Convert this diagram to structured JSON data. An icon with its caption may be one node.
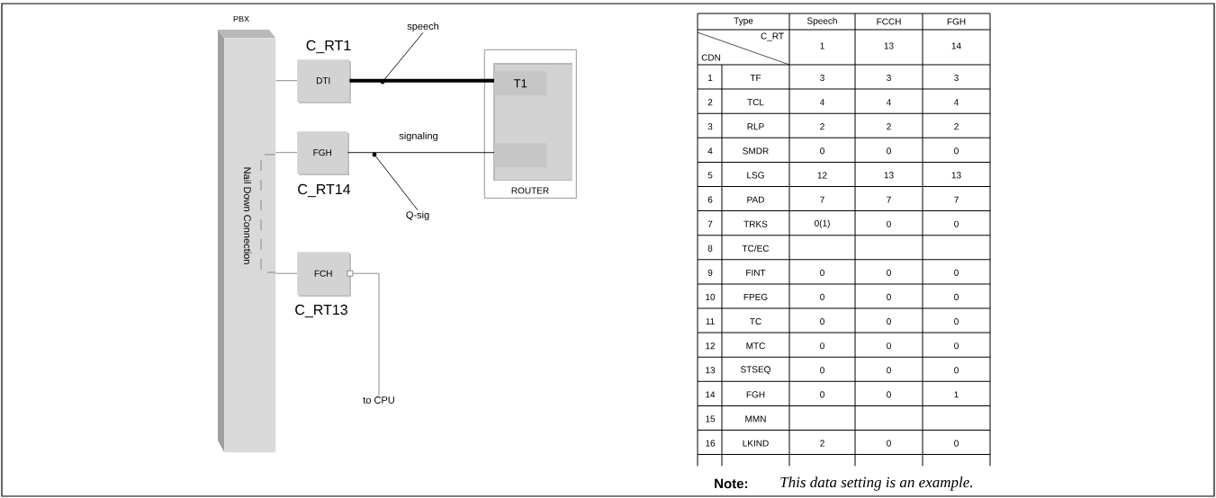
{
  "diagram": {
    "nodes": [
      {
        "text": [
          "PBX",
          "Nail Down Connection"
        ]
      },
      {
        "text": [
          "DTI"
        ],
        "beside": [
          "C_RT1"
        ]
      },
      {
        "text": [
          "FGH"
        ],
        "beside": [
          "C_RT14"
        ]
      },
      {
        "text": [
          "FCH"
        ],
        "beside": [
          "C_RT13"
        ]
      },
      {
        "text": [
          "ROUTER"
        ]
      },
      {
        "text": [
          "T1"
        ],
        "in": 4
      },
      {
        "text": [],
        "shape": "box",
        "in": 4
      },
      {
        "text": [
          "to CPU"
        ]
      },
      {
        "text": [
          "speech"
        ]
      },
      {
        "text": [
          "Q-sig"
        ]
      }
    ],
    "edges": [
      {
        "from": 0,
        "to": 1,
        "arrow": "none"
      },
      {
        "from": 0,
        "to": 2,
        "arrow": "none"
      },
      {
        "from": 0,
        "to": 3,
        "arrow": "none"
      },
      {
        "from": 1,
        "to": 5,
        "arrow": "none",
        "style": "thick",
        "color": "#000000"
      },
      {
        "from": 2,
        "to": 6,
        "arrow": "none",
        "label": "signaling",
        "color": "#000000"
      },
      {
        "from": 3,
        "to": 7,
        "arrow": "other"
      },
      {
        "from": 8,
        "to": null,
        "arrow": "none",
        "color": "#000000"
      },
      {
        "from": 9,
        "to": null,
        "arrow": "none",
        "color": "#000000"
      }
    ],
    "labels": [
      "Type",
      "Speech",
      "FCCH",
      "FGH",
      "C_RT",
      "CDN",
      "1",
      "13",
      "14",
      "1",
      "TF",
      "3",
      "3",
      "3",
      "2",
      "TCL",
      "4",
      "4",
      "4",
      "3",
      "RLP",
      "2",
      "2",
      "2",
      "4",
      "SMDR",
      "0",
      "0",
      "0",
      "5",
      "LSG",
      "12",
      "13",
      "13",
      "6",
      "PAD",
      "7",
      "7",
      "7",
      "7",
      "TRKS",
      "0(1)",
      "0",
      "0",
      "8",
      "TC/EC",
      "9",
      "FINT",
      "0",
      "0",
      "0",
      "10",
      "FPEG",
      "0",
      "0",
      "0",
      "11",
      "TC",
      "0",
      "0",
      "0",
      "12",
      "MTC",
      "0",
      "0",
      "0",
      "13",
      "STSEQ",
      "0",
      "0",
      "0",
      "14",
      "FGH",
      "0",
      "0",
      "1",
      "15",
      "MMN",
      "16",
      "LKIND",
      "2",
      "0",
      "0",
      "Note:",
      "This data setting is an example."
    ]
  }
}
